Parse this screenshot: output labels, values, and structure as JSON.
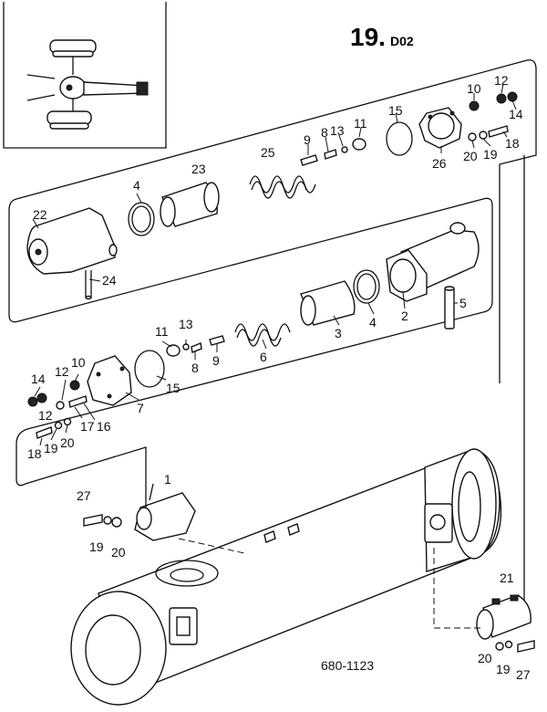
{
  "header": {
    "page_number": "19.",
    "section_code": "D02"
  },
  "drawing_number": "680-1123",
  "callouts": [
    "1",
    "2",
    "3",
    "4",
    "5",
    "6",
    "7",
    "8",
    "9",
    "10",
    "11",
    "12",
    "13",
    "14",
    "15",
    "16",
    "17",
    "18",
    "19",
    "20",
    "21",
    "22",
    "23",
    "24",
    "25",
    "26",
    "27"
  ]
}
